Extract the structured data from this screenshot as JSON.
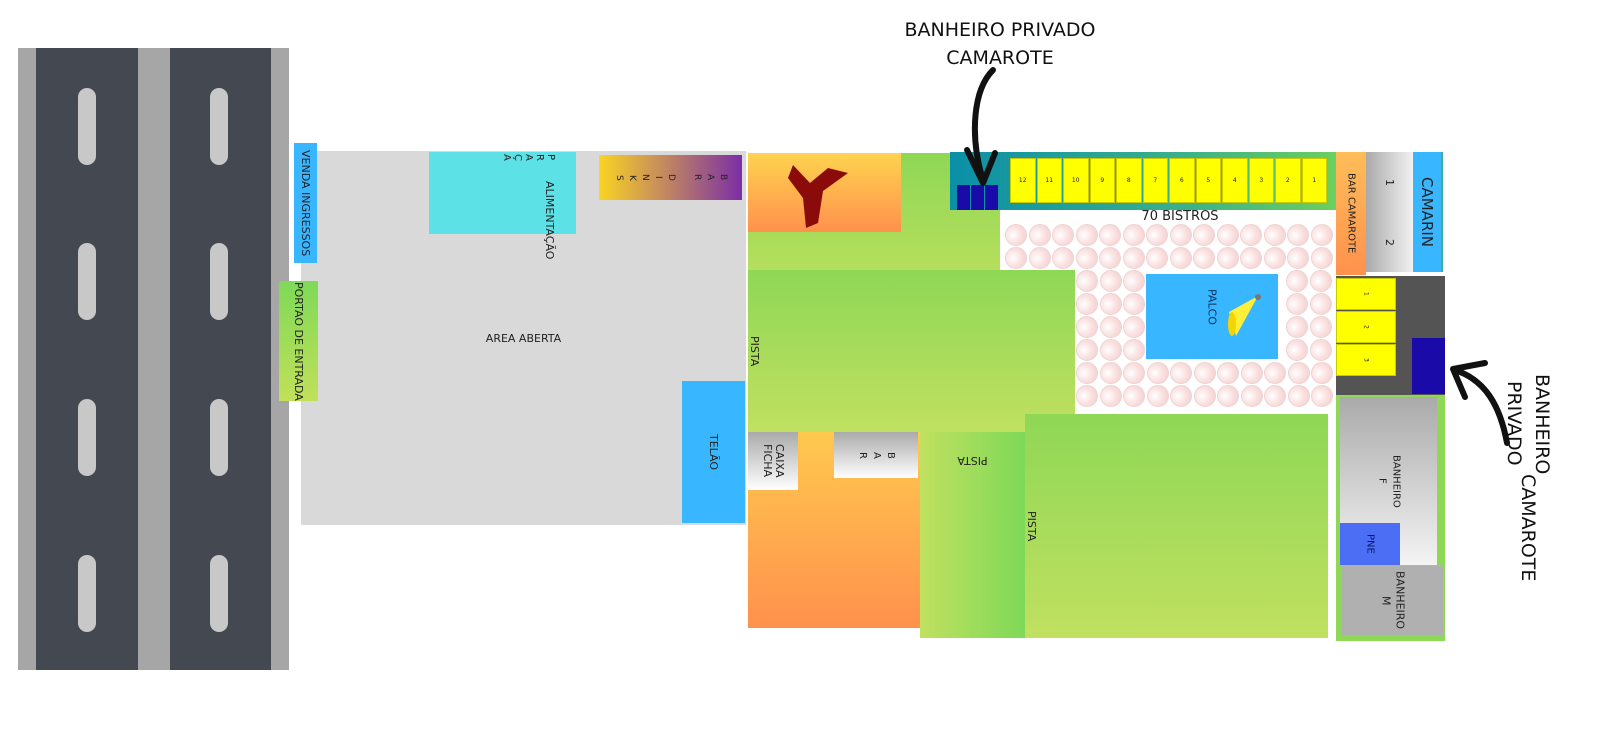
{
  "annotations": {
    "top": {
      "line1": "BANHEIRO PRIVADO",
      "line2": "CAMAROTE"
    },
    "right": {
      "line1": "BANHEIRO PRIVADO",
      "line2": "CAMAROTE"
    }
  },
  "areas": {
    "venda_ingressos": "VENDA INGRESSOS",
    "portao_entrada": "PORTAO DE ENTRADA",
    "area_aberta": "AREA ABERTA",
    "praca_alimentacao": {
      "line1": "P\nR\nA\nÇ\nA",
      "line2": "ALIMENTAÇÃO"
    },
    "bar_drinks": "B\nA\nR\n\nD\nI\nN\nK\nS",
    "telao": "TELÃO",
    "caixa_ficha": "CAIXA\nFICHA",
    "bar": "B\nA\nR",
    "pista_main": "PISTA",
    "pista_flipped": "PISTA",
    "pista_lower": "PISTA",
    "bistros_title": "70 BISTROS",
    "palco": "PALCO",
    "bar_camarote": "BAR CAMAROTE",
    "camarin": "CAMARIN",
    "camarin_rooms": [
      "1",
      "2"
    ],
    "banheiro_f": "BANHEIRO\nF",
    "pne": "PNE",
    "banheiro_m": "BANHEIRO\nM"
  },
  "camarote_seats": [
    "12",
    "11",
    "10",
    "9",
    "8",
    "7",
    "6",
    "5",
    "4",
    "3",
    "2",
    "1"
  ],
  "side_seats": [
    "1",
    "2",
    "3"
  ],
  "bistro_count": 70,
  "colors": {
    "blue": "#38b6ff",
    "cyan": "#5ce1e6",
    "gray": "#d9d9d9",
    "yellow": "#ffff00",
    "navy": "#1a0aa8",
    "red_x": "#8b0a0a"
  }
}
